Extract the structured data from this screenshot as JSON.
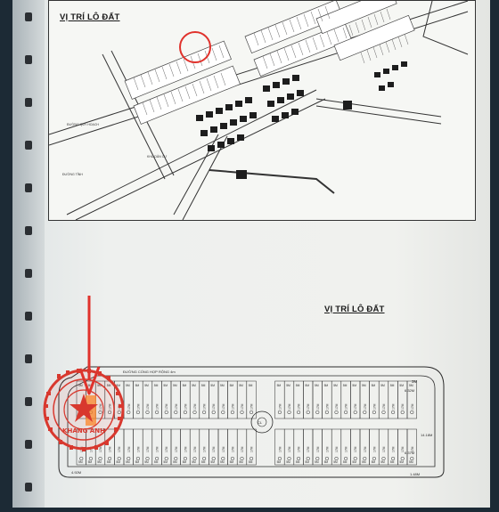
{
  "top_title": "VỊ TRÍ LÔ ĐẤT",
  "bottom_title": "VỊ TRÍ LÔ ĐẤT",
  "road_label": "ĐƯỜNG CỐNG HỢP RỘNG 4m",
  "lot_width_label": "5M",
  "lot_depth_label": "17M",
  "edge_labels": [
    "3M",
    "6.32M",
    "14.18M",
    "6.37M",
    "1.48M",
    "4.92M"
  ],
  "center_label": "CL",
  "seal_text": "KHANG ANH",
  "map_small_labels": [
    "ĐƯỜNG QUY HOẠCH",
    "KHU DÂN CƯ",
    "ĐƯỜNG TỈNH"
  ],
  "colors": {
    "marker_red": "#e0322c",
    "seal_red": "#d8382e",
    "lot_ink": "#2a2a2a"
  }
}
